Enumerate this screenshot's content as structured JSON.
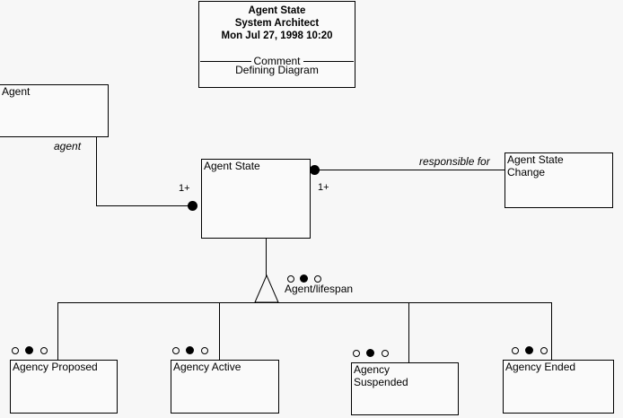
{
  "diagram": {
    "type": "uml-class-diagram",
    "background_color": "#f7f7f7",
    "line_color": "#000000"
  },
  "title_block": {
    "line1": "Agent State",
    "line2": "System Architect",
    "line3": "Mon Jul 27, 1998  10:20",
    "separator_label": "Comment",
    "comment_text": "Defining Diagram"
  },
  "classes": {
    "agent": {
      "name": "Agent"
    },
    "agent_state": {
      "name": "Agent State"
    },
    "agent_state_change": {
      "name": "Agent State\nChange"
    },
    "agency_proposed": {
      "name": "Agency Proposed"
    },
    "agency_active": {
      "name": "Agency Active"
    },
    "agency_suspended": {
      "name": "Agency\nSuspended"
    },
    "agency_ended": {
      "name": "Agency Ended"
    }
  },
  "associations": {
    "agent_to_state": {
      "role_label": "agent",
      "multiplicity": "1+",
      "end_marker": "filled-dot"
    },
    "state_to_change": {
      "role_label": "responsible for",
      "multiplicity": "1+",
      "end_marker": "filled-dot"
    }
  },
  "generalization": {
    "discriminator_label": "Agent/lifespan",
    "markers": [
      "open-circle",
      "filled-circle",
      "open-circle"
    ],
    "subclasses": [
      "Agency Proposed",
      "Agency Active",
      "Agency Suspended",
      "Agency Ended"
    ]
  },
  "subclass_markers": {
    "marker_set": [
      "open-circle",
      "filled-circle",
      "open-circle"
    ]
  }
}
